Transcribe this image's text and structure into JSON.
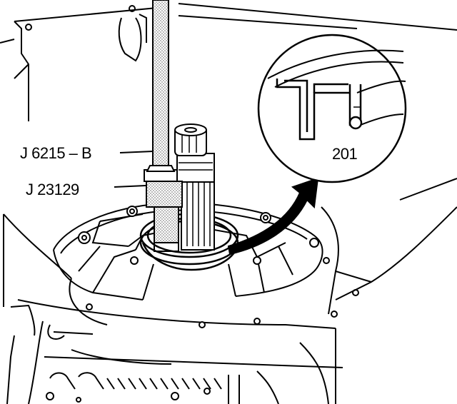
{
  "figure": {
    "labels": {
      "tool_primary": "J 6215 – B",
      "tool_secondary": "J 23129",
      "detail_ref": "201"
    },
    "colors": {
      "line": "#000000",
      "background": "#ffffff",
      "hatch": "#666666"
    },
    "parts": [
      "transmission-case",
      "extension-housing",
      "output-shaft",
      "oil-seal",
      "seal-remover-tool",
      "slide-hammer",
      "detail-callout",
      "callout-arrow",
      "case-bolts",
      "lower-valve-body"
    ]
  }
}
